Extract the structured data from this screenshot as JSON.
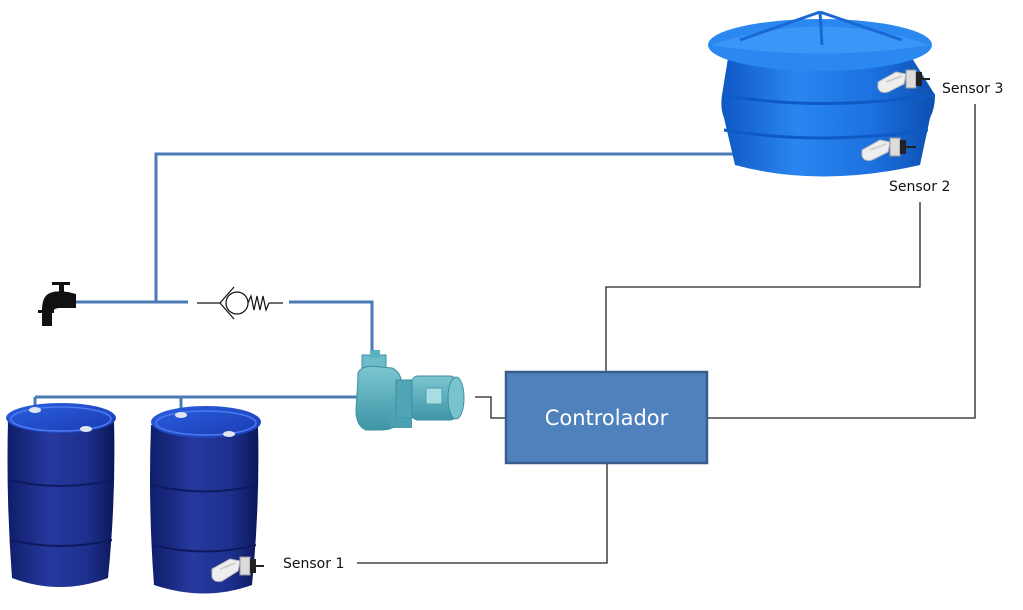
{
  "diagram": {
    "title": "Water tank pumping control system",
    "controller": {
      "label": "Controlador",
      "fill": "#4f81bd",
      "stroke": "#385d8a"
    },
    "sensors": [
      {
        "id": "sensor-1",
        "label": "Sensor 1",
        "location": "lower barrel"
      },
      {
        "id": "sensor-2",
        "label": "Sensor 2",
        "location": "upper tank low level"
      },
      {
        "id": "sensor-3",
        "label": "Sensor 3",
        "location": "upper tank high level"
      }
    ],
    "components": [
      {
        "name": "upper-water-tank",
        "kind": "tank"
      },
      {
        "name": "faucet",
        "kind": "tap"
      },
      {
        "name": "check-valve",
        "kind": "valve"
      },
      {
        "name": "water-pump",
        "kind": "pump"
      },
      {
        "name": "barrel-1",
        "kind": "barrel"
      },
      {
        "name": "barrel-2",
        "kind": "barrel"
      }
    ],
    "colors": {
      "pipe": "#4a7ab5",
      "wire": "#222222",
      "tank": "#1a6fd8",
      "barrel": "#1b2f8f",
      "pump": "#5ab0bf"
    }
  }
}
